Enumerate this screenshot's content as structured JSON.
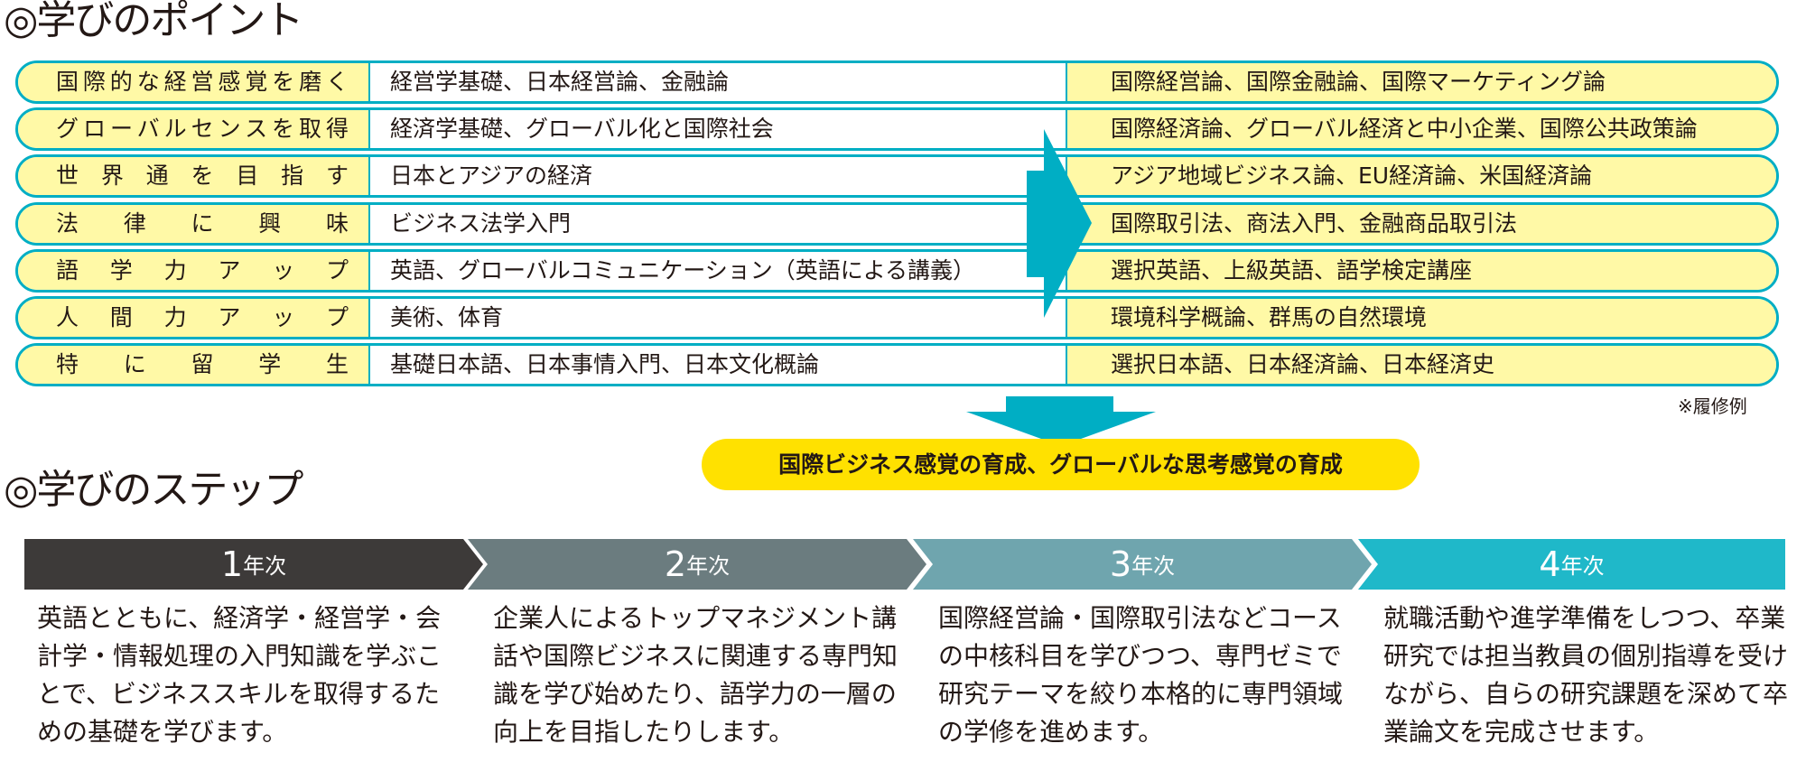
{
  "points_section": {
    "title": "◎学びのポイント",
    "rows": [
      {
        "goal": "国際的な経営感覚を磨く",
        "basic": "経営学基礎、日本経営論、金融論",
        "advanced": "国際経営論、国際金融論、国際マーケティング論"
      },
      {
        "goal": "グローバルセンスを取得",
        "basic": "経済学基礎、グローバル化と国際社会",
        "advanced": "国際経済論、グローバル経済と中小企業、国際公共政策論"
      },
      {
        "goal": "世界通を目指す",
        "basic": "日本とアジアの経済",
        "advanced": "アジア地域ビジネス論、EU経済論、米国経済論"
      },
      {
        "goal": "法律に興味",
        "basic": "ビジネス法学入門",
        "advanced": "国際取引法、商法入門、金融商品取引法"
      },
      {
        "goal": "語学力アップ",
        "basic": "英語、グローバルコミュニケーション（英語による講義）",
        "advanced": "選択英語、上級英語、語学検定講座"
      },
      {
        "goal": "人間力アップ",
        "basic": "美術、体育",
        "advanced": "環境科学概論、群馬の自然環境"
      },
      {
        "goal": "特に留学生",
        "basic": "基礎日本語、日本事情入門、日本文化概論",
        "advanced": "選択日本語、日本経済論、日本経済史"
      }
    ],
    "note": "※履修例",
    "outcome": "国際ビジネス感覚の育成、グローバルな思考感覚の育成"
  },
  "steps_section": {
    "title": "◎学びのステップ",
    "steps": [
      {
        "num": "1",
        "unit": "年次",
        "color": "#3d3a39",
        "text": "英語とともに、経済学・経営学・会計学・情報処理の入門知識を学ぶことで、ビジネススキルを取得するための基礎を学びます。"
      },
      {
        "num": "2",
        "unit": "年次",
        "color": "#6b7c7f",
        "text": "企業人によるトップマネジメント講話や国際ビジネスに関連する専門知識を学び始めたり、語学力の一層の向上を目指したりします。"
      },
      {
        "num": "3",
        "unit": "年次",
        "color": "#6fa5ae",
        "text": "国際経営論・国際取引法などコースの中核科目を学びつつ、専門ゼミで研究テーマを絞り本格的に専門領域の学修を進めます。"
      },
      {
        "num": "4",
        "unit": "年次",
        "color": "#1fb8c9",
        "text": "就職活動や進学準備をしつつ、卒業研究では担当教員の個別指導を受けながら、自らの研究課題を深めて卒業論文を完成させます。"
      }
    ]
  },
  "colors": {
    "teal": "#00aec4",
    "light_yellow": "#fff9a6",
    "yellow": "#ffe100"
  }
}
